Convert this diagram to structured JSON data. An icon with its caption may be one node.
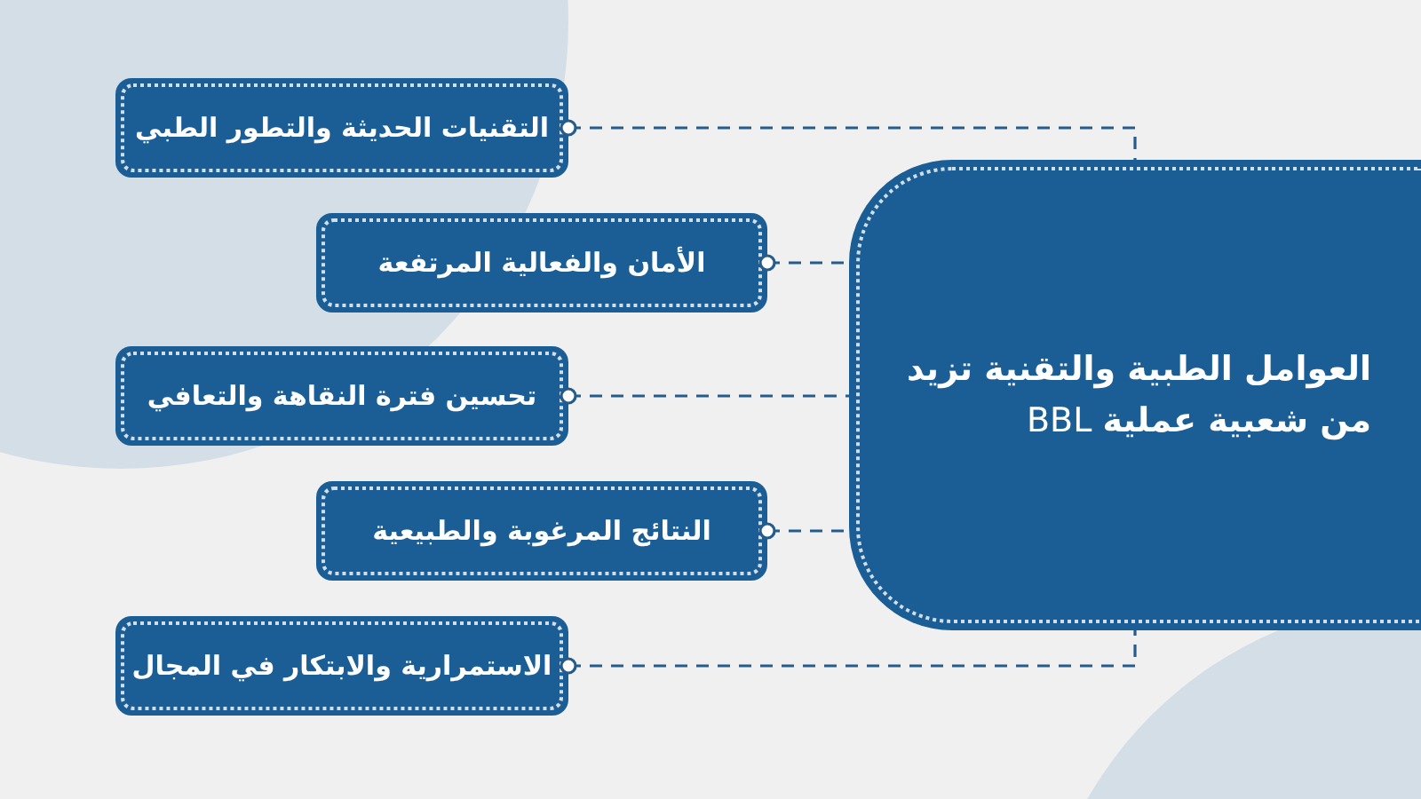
{
  "diagram": {
    "nodes": [
      {
        "text": [
          "**العوامل الطبية والتقنية تزيد من شعبية عملية** BBL"
        ]
      },
      {
        "text": [
          "التقنيات الحديثة والتطور الطبي"
        ]
      },
      {
        "text": [
          "الأمان والفعالية المرتفعة"
        ]
      },
      {
        "text": [
          "تحسين فترة النقاهة والتعافي"
        ]
      },
      {
        "text": [
          "النتائج المرغوبة والطبيعية"
        ]
      },
      {
        "text": [
          "الاستمرارية والابتكار في المجال"
        ]
      }
    ],
    "edges": [
      {
        "from": 1,
        "to": 0,
        "arrow": "other",
        "style": "dashed"
      },
      {
        "from": 2,
        "to": 0,
        "arrow": "other",
        "style": "dashed"
      },
      {
        "from": 3,
        "to": 0,
        "arrow": "other",
        "style": "dashed"
      },
      {
        "from": 4,
        "to": 0,
        "arrow": "other",
        "style": "dashed"
      },
      {
        "from": 5,
        "to": 0,
        "arrow": "other",
        "style": "dashed"
      }
    ]
  }
}
